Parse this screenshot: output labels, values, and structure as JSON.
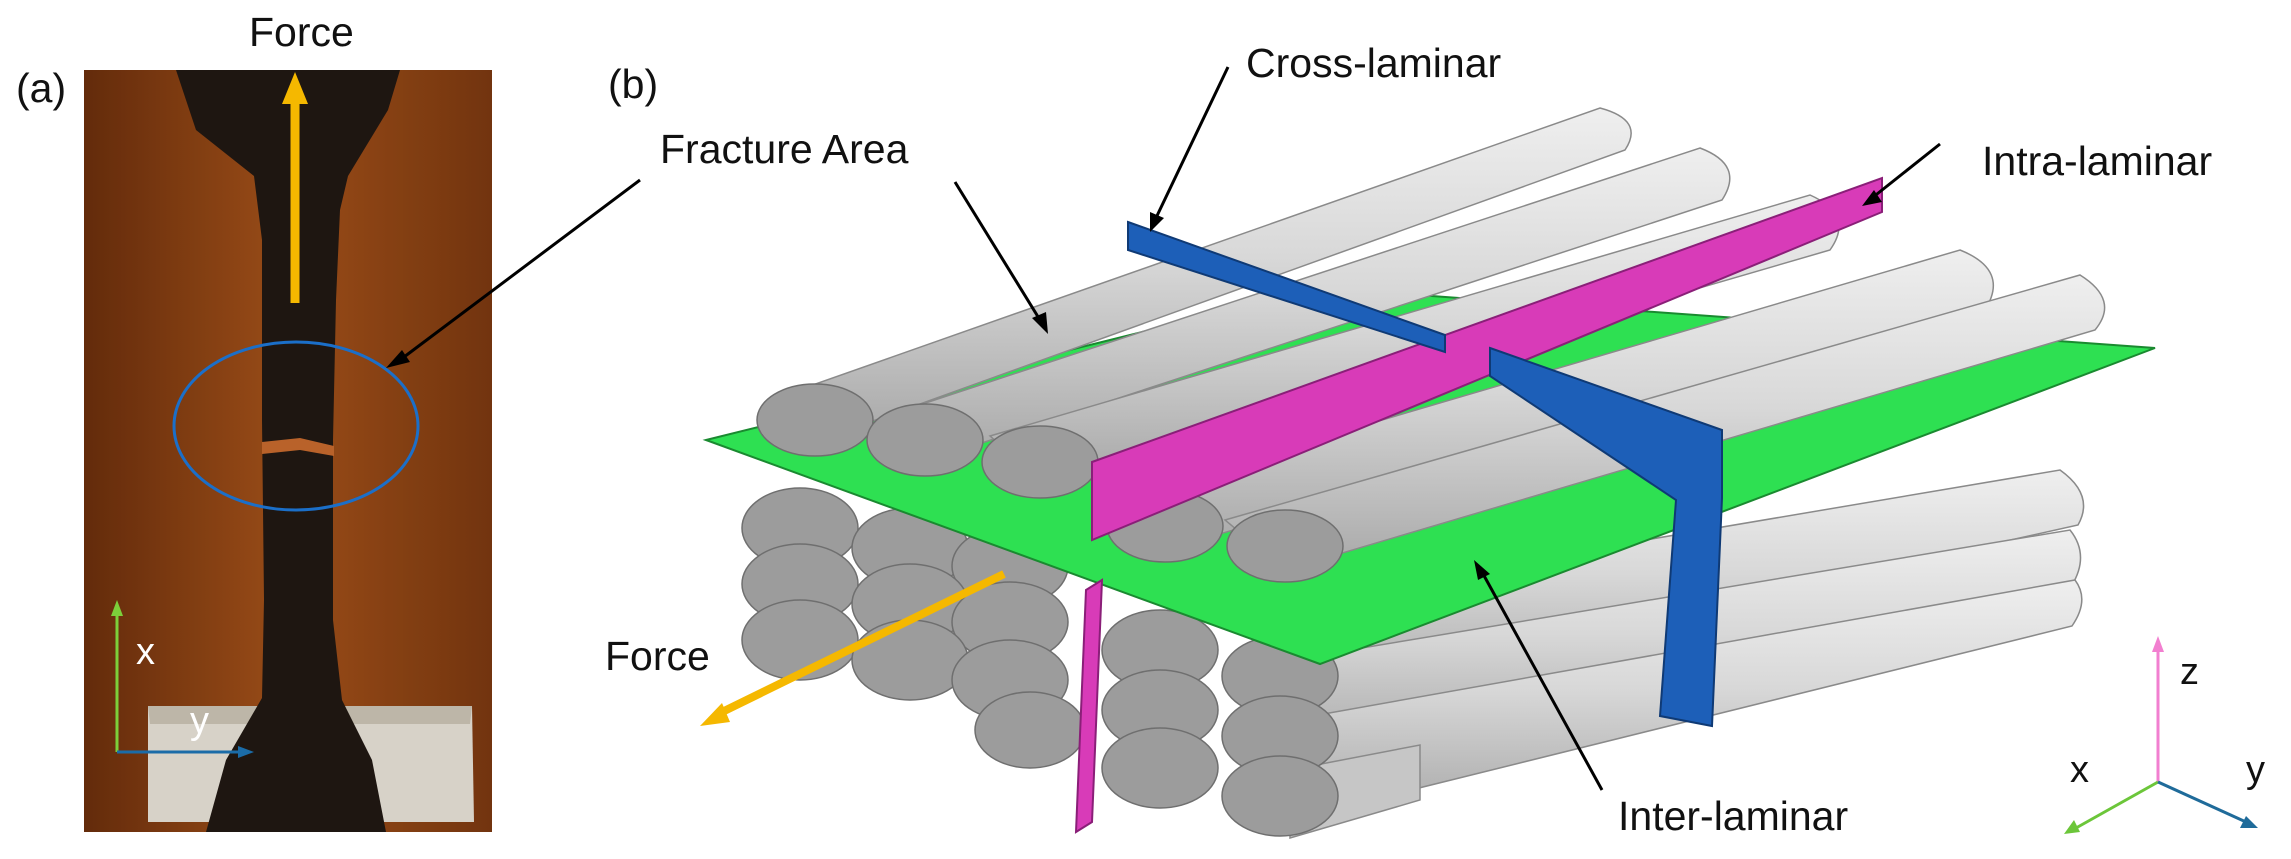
{
  "panel_a": {
    "label": "(a)",
    "force_label": "Force",
    "axis_x": "x",
    "axis_y": "y",
    "colors": {
      "force_arrow": "#f5b800",
      "fracture_circle": "#1b6fc9",
      "x_axis": "#7ccf3a",
      "y_axis": "#1b6ca8"
    }
  },
  "panel_b": {
    "label": "(b)",
    "fracture_area": "Fracture Area",
    "cross_laminar": "Cross-laminar",
    "intra_laminar": "Intra-laminar",
    "inter_laminar": "Inter-laminar",
    "force_label": "Force",
    "axis_x": "x",
    "axis_y": "y",
    "axis_z": "z",
    "colors": {
      "cross_plane": "#1d5fb8",
      "intra_plane": "#d83bb8",
      "inter_plane": "#2ee052",
      "fiber": "#d4d4d4",
      "force_arrow": "#f5b800",
      "z_axis": "#f27fd0",
      "x_axis": "#6cc63a",
      "y_axis": "#1f6b9a"
    }
  }
}
